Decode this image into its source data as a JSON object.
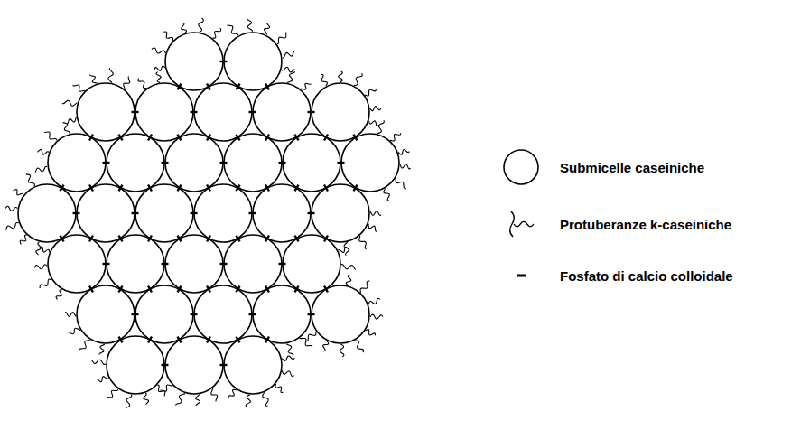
{
  "diagram": {
    "legend": [
      {
        "text": "Submicelle caseiniche"
      },
      {
        "text": "Protuberanze k-caseiniche"
      },
      {
        "text": "Fosfato di calcio colloidale"
      }
    ]
  }
}
